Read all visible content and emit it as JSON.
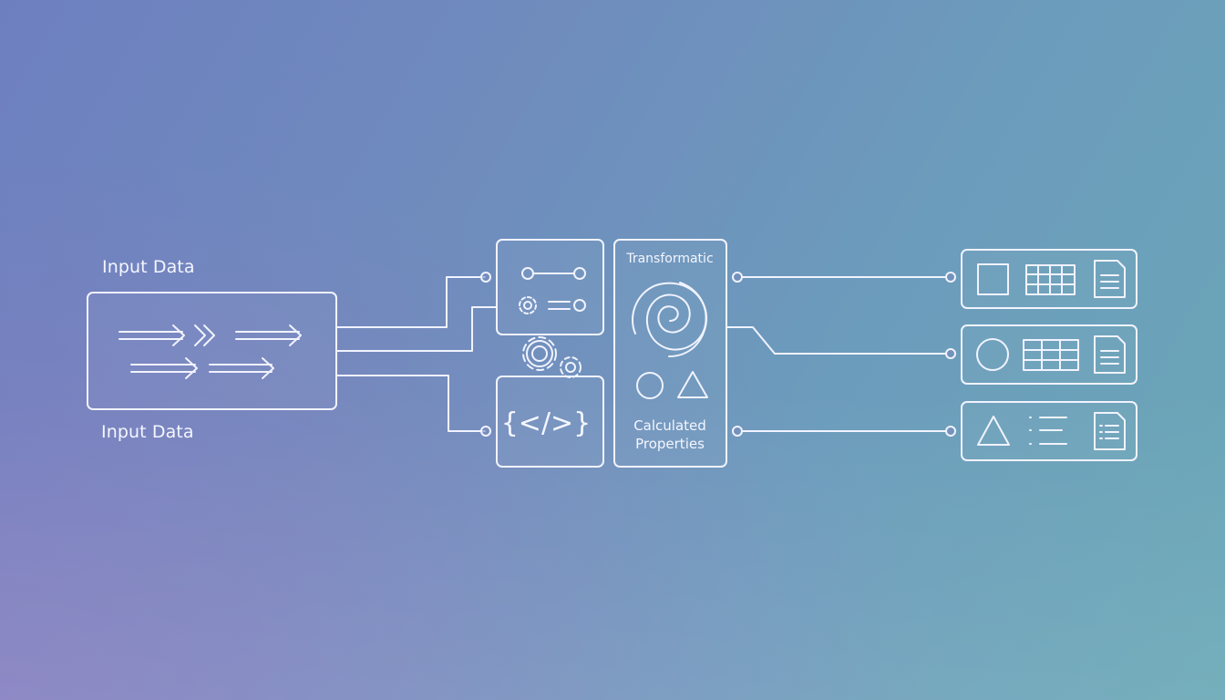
{
  "labels": {
    "input_top": "Input Data",
    "input_bottom": "Input Data"
  },
  "transform_panel": {
    "title": "Transformatic",
    "subtitle_line1": "Calculated",
    "subtitle_line2": "Properties"
  },
  "code_box": {
    "symbol": "{</>}"
  },
  "colors": {
    "stroke": "#f1f3ff",
    "background_left": "#7a78bc",
    "background_right": "#6aa8b6"
  },
  "icons": [
    "forward-arrows-icon",
    "slider-toggle-icon",
    "gear-icon",
    "code-brackets-icon",
    "spiral-icon",
    "circle-shape-icon",
    "triangle-shape-icon",
    "square-shape-icon",
    "table-grid-icon",
    "document-icon",
    "list-icon"
  ]
}
